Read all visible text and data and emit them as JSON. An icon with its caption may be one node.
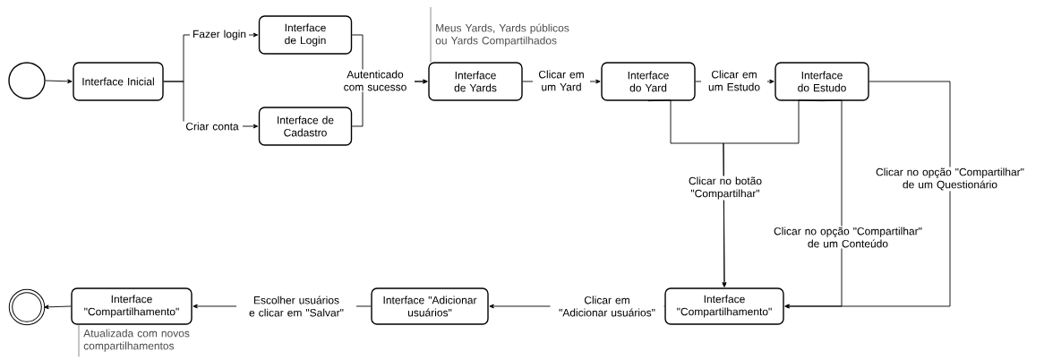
{
  "diagram": {
    "nodes": [
      {
        "text": [],
        "shape": "circle"
      },
      {
        "text": [
          "Interface Inicial"
        ]
      },
      {
        "text": [
          "Interface de Login"
        ]
      },
      {
        "text": [
          "Interface de Cadastro"
        ]
      },
      {
        "text": [
          "Interface de Yards"
        ]
      },
      {
        "text": [
          "Interface do Yard"
        ]
      },
      {
        "text": [
          "Interface do Estudo"
        ]
      },
      {
        "text": [
          "Interface \"Compartilhamento\""
        ]
      },
      {
        "text": [
          "Interface \"Adicionar usuários\""
        ]
      },
      {
        "text": [
          "Interface \"Compartilhamento\""
        ]
      },
      {
        "text": [],
        "shape": "circle"
      },
      {
        "text": [
          "Meus Yards, Yards públicos ou Yards Compartilhados"
        ]
      },
      {
        "text": [
          "Atualizada com novos compartilhamentos"
        ]
      }
    ],
    "edges": [
      {
        "from": 0,
        "to": 1,
        "arrow": "to"
      },
      {
        "from": 1,
        "to": 2,
        "arrow": "to",
        "label": "Fazer login"
      },
      {
        "from": 1,
        "to": 3,
        "arrow": "to",
        "label": "Criar conta"
      },
      {
        "from": 2,
        "to": 4,
        "arrow": "to",
        "label": "Autenticado com sucesso"
      },
      {
        "from": 3,
        "to": 4,
        "arrow": "to"
      },
      {
        "from": 4,
        "to": 5,
        "arrow": "to",
        "label": "Clicar em um Yard"
      },
      {
        "from": 5,
        "to": 6,
        "arrow": "to",
        "label": "Clicar em um Estudo"
      },
      {
        "from": 5,
        "to": 7,
        "arrow": "to",
        "label": "Clicar no botão \"Compartilhar\""
      },
      {
        "from": 6,
        "to": 7,
        "arrow": "to"
      },
      {
        "from": 6,
        "to": 7,
        "arrow": "to",
        "label": "Clicar no opção \"Compartilhar\" de um Conteúdo"
      },
      {
        "from": 6,
        "to": 7,
        "arrow": "to",
        "label": "Clicar no opção \"Compartilhar\" de um Questionário"
      },
      {
        "from": 7,
        "to": 8,
        "arrow": "to",
        "label": "Clicar em \"Adicionar usuários\""
      },
      {
        "from": 8,
        "to": 9,
        "arrow": "to",
        "label": "Escolher usuários e clicar em \"Salvar\""
      },
      {
        "from": 9,
        "to": 10,
        "arrow": "to"
      },
      {
        "from": 11,
        "to": 4,
        "arrow": "none",
        "color": "#808080"
      },
      {
        "from": 12,
        "to": 9,
        "arrow": "none",
        "color": "#808080"
      }
    ]
  }
}
